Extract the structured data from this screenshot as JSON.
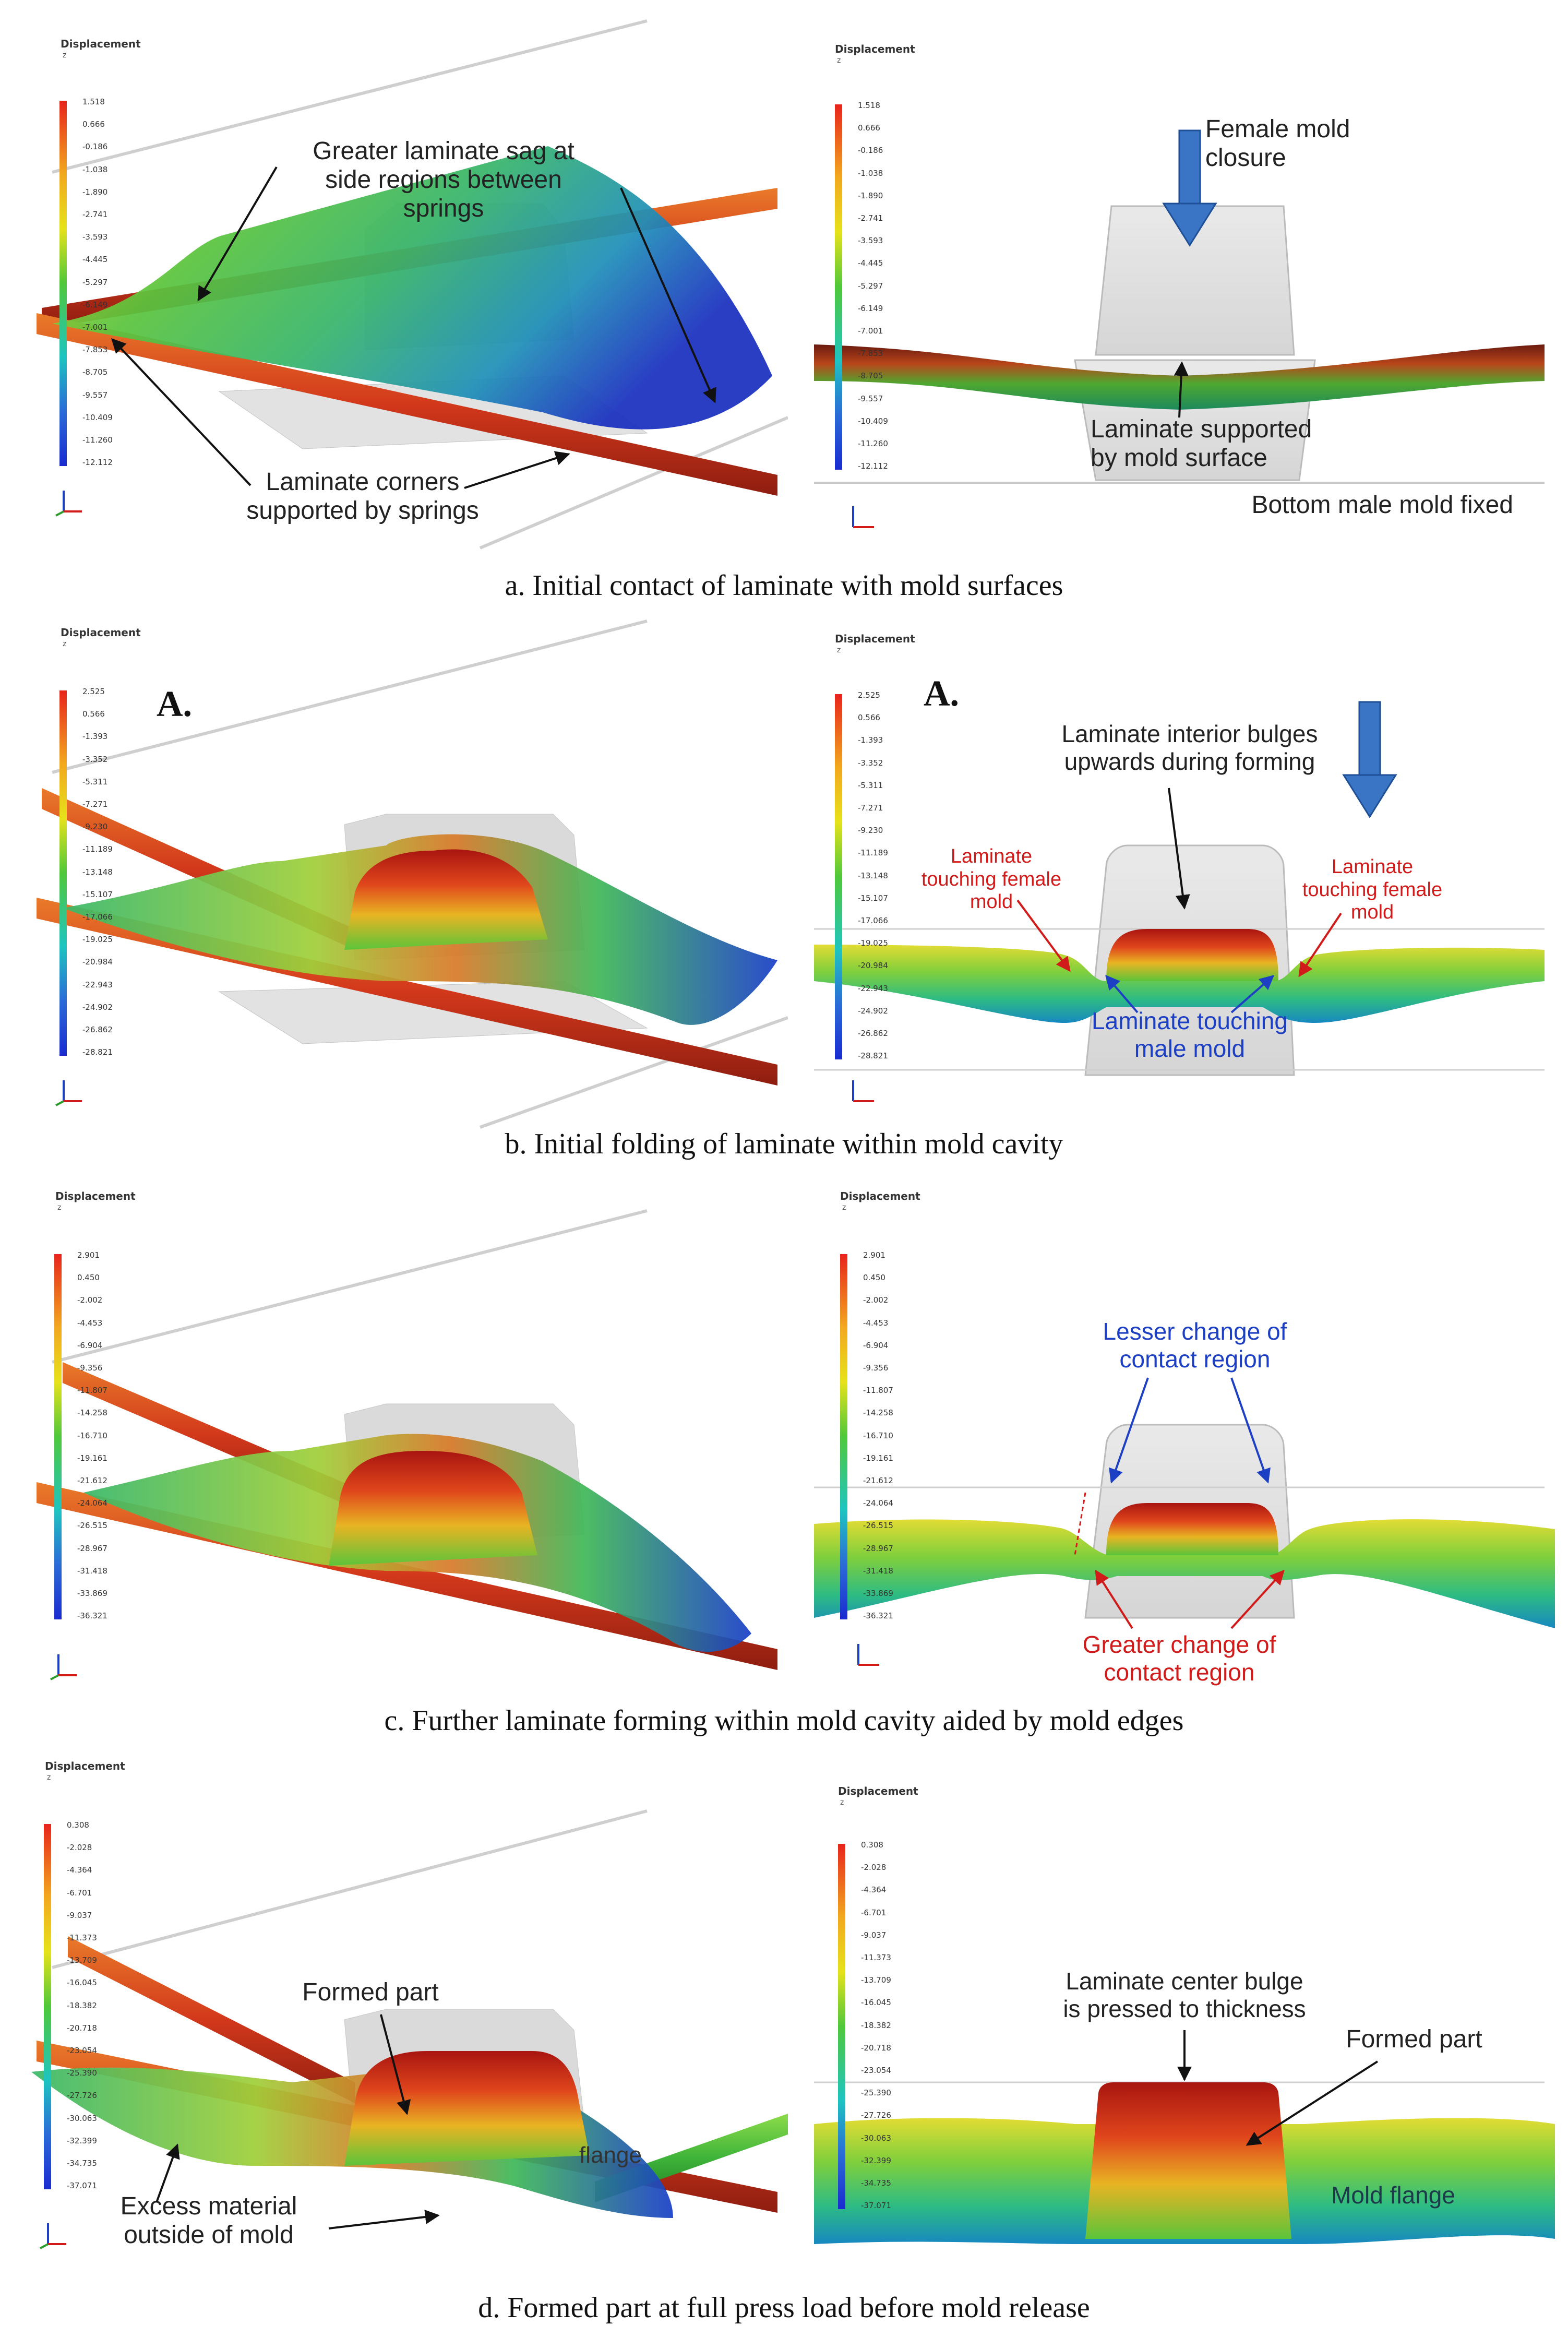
{
  "colorbar": {
    "title": "Displacement",
    "subtitle": "z"
  },
  "rows": [
    {
      "caption": "a. Initial contact of laminate with mold surfaces",
      "left": {
        "ticks": [
          "1.518",
          "0.666",
          "-0.186",
          "-1.038",
          "-1.890",
          "-2.741",
          "-3.593",
          "-4.445",
          "-5.297",
          "-6.149",
          "-7.001",
          "-7.853",
          "-8.705",
          "-9.557",
          "-10.409",
          "-11.260",
          "-12.112"
        ],
        "annotations": [
          "Greater laminate sag at side regions between springs",
          "Laminate corners supported by springs"
        ]
      },
      "right": {
        "ticks": [
          "1.518",
          "0.666",
          "-0.186",
          "-1.038",
          "-1.890",
          "-2.741",
          "-3.593",
          "-4.445",
          "-5.297",
          "-6.149",
          "-7.001",
          "-7.853",
          "-8.705",
          "-9.557",
          "-10.409",
          "-11.260",
          "-12.112"
        ],
        "annotations": [
          "Female mold closure",
          "Laminate supported by mold surface",
          "Bottom male mold fixed"
        ]
      }
    },
    {
      "caption": "b. Initial folding of laminate within mold cavity",
      "left": {
        "marker": "A.",
        "ticks": [
          "2.525",
          "0.566",
          "-1.393",
          "-3.352",
          "-5.311",
          "-7.271",
          "-9.230",
          "-11.189",
          "-13.148",
          "-15.107",
          "-17.066",
          "-19.025",
          "-20.984",
          "-22.943",
          "-24.902",
          "-26.862",
          "-28.821"
        ]
      },
      "right": {
        "marker": "A.",
        "ticks": [
          "2.525",
          "0.566",
          "-1.393",
          "-3.352",
          "-5.311",
          "-7.271",
          "-9.230",
          "-11.189",
          "-13.148",
          "-15.107",
          "-17.066",
          "-19.025",
          "-20.984",
          "-22.943",
          "-24.902",
          "-26.862",
          "-28.821"
        ],
        "annotations": [
          "Laminate interior bulges upwards during forming",
          "Laminate touching female mold",
          "Laminate touching female mold",
          "Laminate touching male mold"
        ]
      }
    },
    {
      "caption": "c. Further laminate forming within mold cavity aided by mold edges",
      "left": {
        "ticks": [
          "2.901",
          "0.450",
          "-2.002",
          "-4.453",
          "-6.904",
          "-9.356",
          "-11.807",
          "-14.258",
          "-16.710",
          "-19.161",
          "-21.612",
          "-24.064",
          "-26.515",
          "-28.967",
          "-31.418",
          "-33.869",
          "-36.321"
        ]
      },
      "right": {
        "ticks": [
          "2.901",
          "0.450",
          "-2.002",
          "-4.453",
          "-6.904",
          "-9.356",
          "-11.807",
          "-14.258",
          "-16.710",
          "-19.161",
          "-21.612",
          "-24.064",
          "-26.515",
          "-28.967",
          "-31.418",
          "-33.869",
          "-36.321"
        ],
        "annotations": [
          "Lesser change of contact region",
          "Greater change of contact region"
        ]
      }
    },
    {
      "caption": "d. Formed part at full press load before mold release",
      "left": {
        "ticks": [
          "0.308",
          "-2.028",
          "-4.364",
          "-6.701",
          "-9.037",
          "-11.373",
          "-13.709",
          "-16.045",
          "-18.382",
          "-20.718",
          "-23.054",
          "-25.390",
          "-27.726",
          "-30.063",
          "-32.399",
          "-34.735",
          "-37.071"
        ],
        "annotations": [
          "Formed part",
          "flange",
          "Excess material outside of mold"
        ]
      },
      "right": {
        "ticks": [
          "0.308",
          "-2.028",
          "-4.364",
          "-6.701",
          "-9.037",
          "-11.373",
          "-13.709",
          "-16.045",
          "-18.382",
          "-20.718",
          "-23.054",
          "-25.390",
          "-27.726",
          "-30.063",
          "-32.399",
          "-34.735",
          "-37.071"
        ],
        "annotations": [
          "Laminate center bulge is pressed to thickness",
          "Formed part",
          "Mold flange"
        ]
      }
    }
  ]
}
